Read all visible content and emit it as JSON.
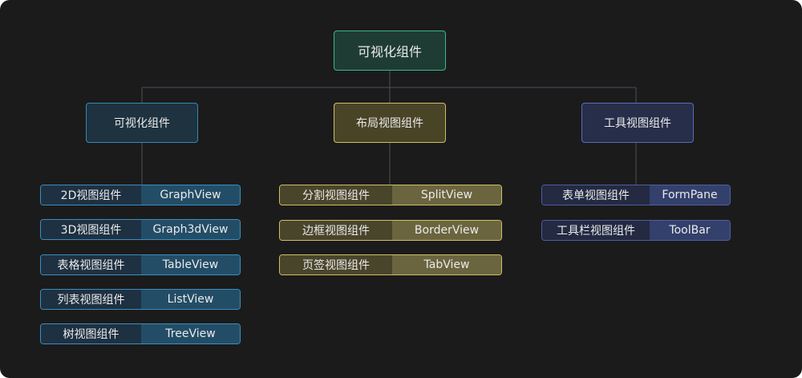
{
  "root": {
    "label": "可视化组件"
  },
  "categories": [
    {
      "label": "可视化组件",
      "items": [
        {
          "cn": "2D视图组件",
          "en": "GraphView"
        },
        {
          "cn": "3D视图组件",
          "en": "Graph3dView"
        },
        {
          "cn": "表格视图组件",
          "en": "TableView"
        },
        {
          "cn": "列表视图组件",
          "en": "ListView"
        },
        {
          "cn": "树视图组件",
          "en": "TreeView"
        }
      ]
    },
    {
      "label": "布局视图组件",
      "items": [
        {
          "cn": "分割视图组件",
          "en": "SplitView"
        },
        {
          "cn": "边框视图组件",
          "en": "BorderView"
        },
        {
          "cn": "页签视图组件",
          "en": "TabView"
        }
      ]
    },
    {
      "label": "工具视图组件",
      "items": [
        {
          "cn": "表单视图组件",
          "en": "FormPane"
        },
        {
          "cn": "工具栏视图组件",
          "en": "ToolBar"
        }
      ]
    }
  ],
  "colors": {
    "background": "#1b1b1b",
    "connector": "#4a4f5e",
    "visual_accent": "#3288b8",
    "layout_accent": "#cdbf63",
    "tool_accent": "#5a6cb6",
    "root_accent": "#38b890"
  }
}
